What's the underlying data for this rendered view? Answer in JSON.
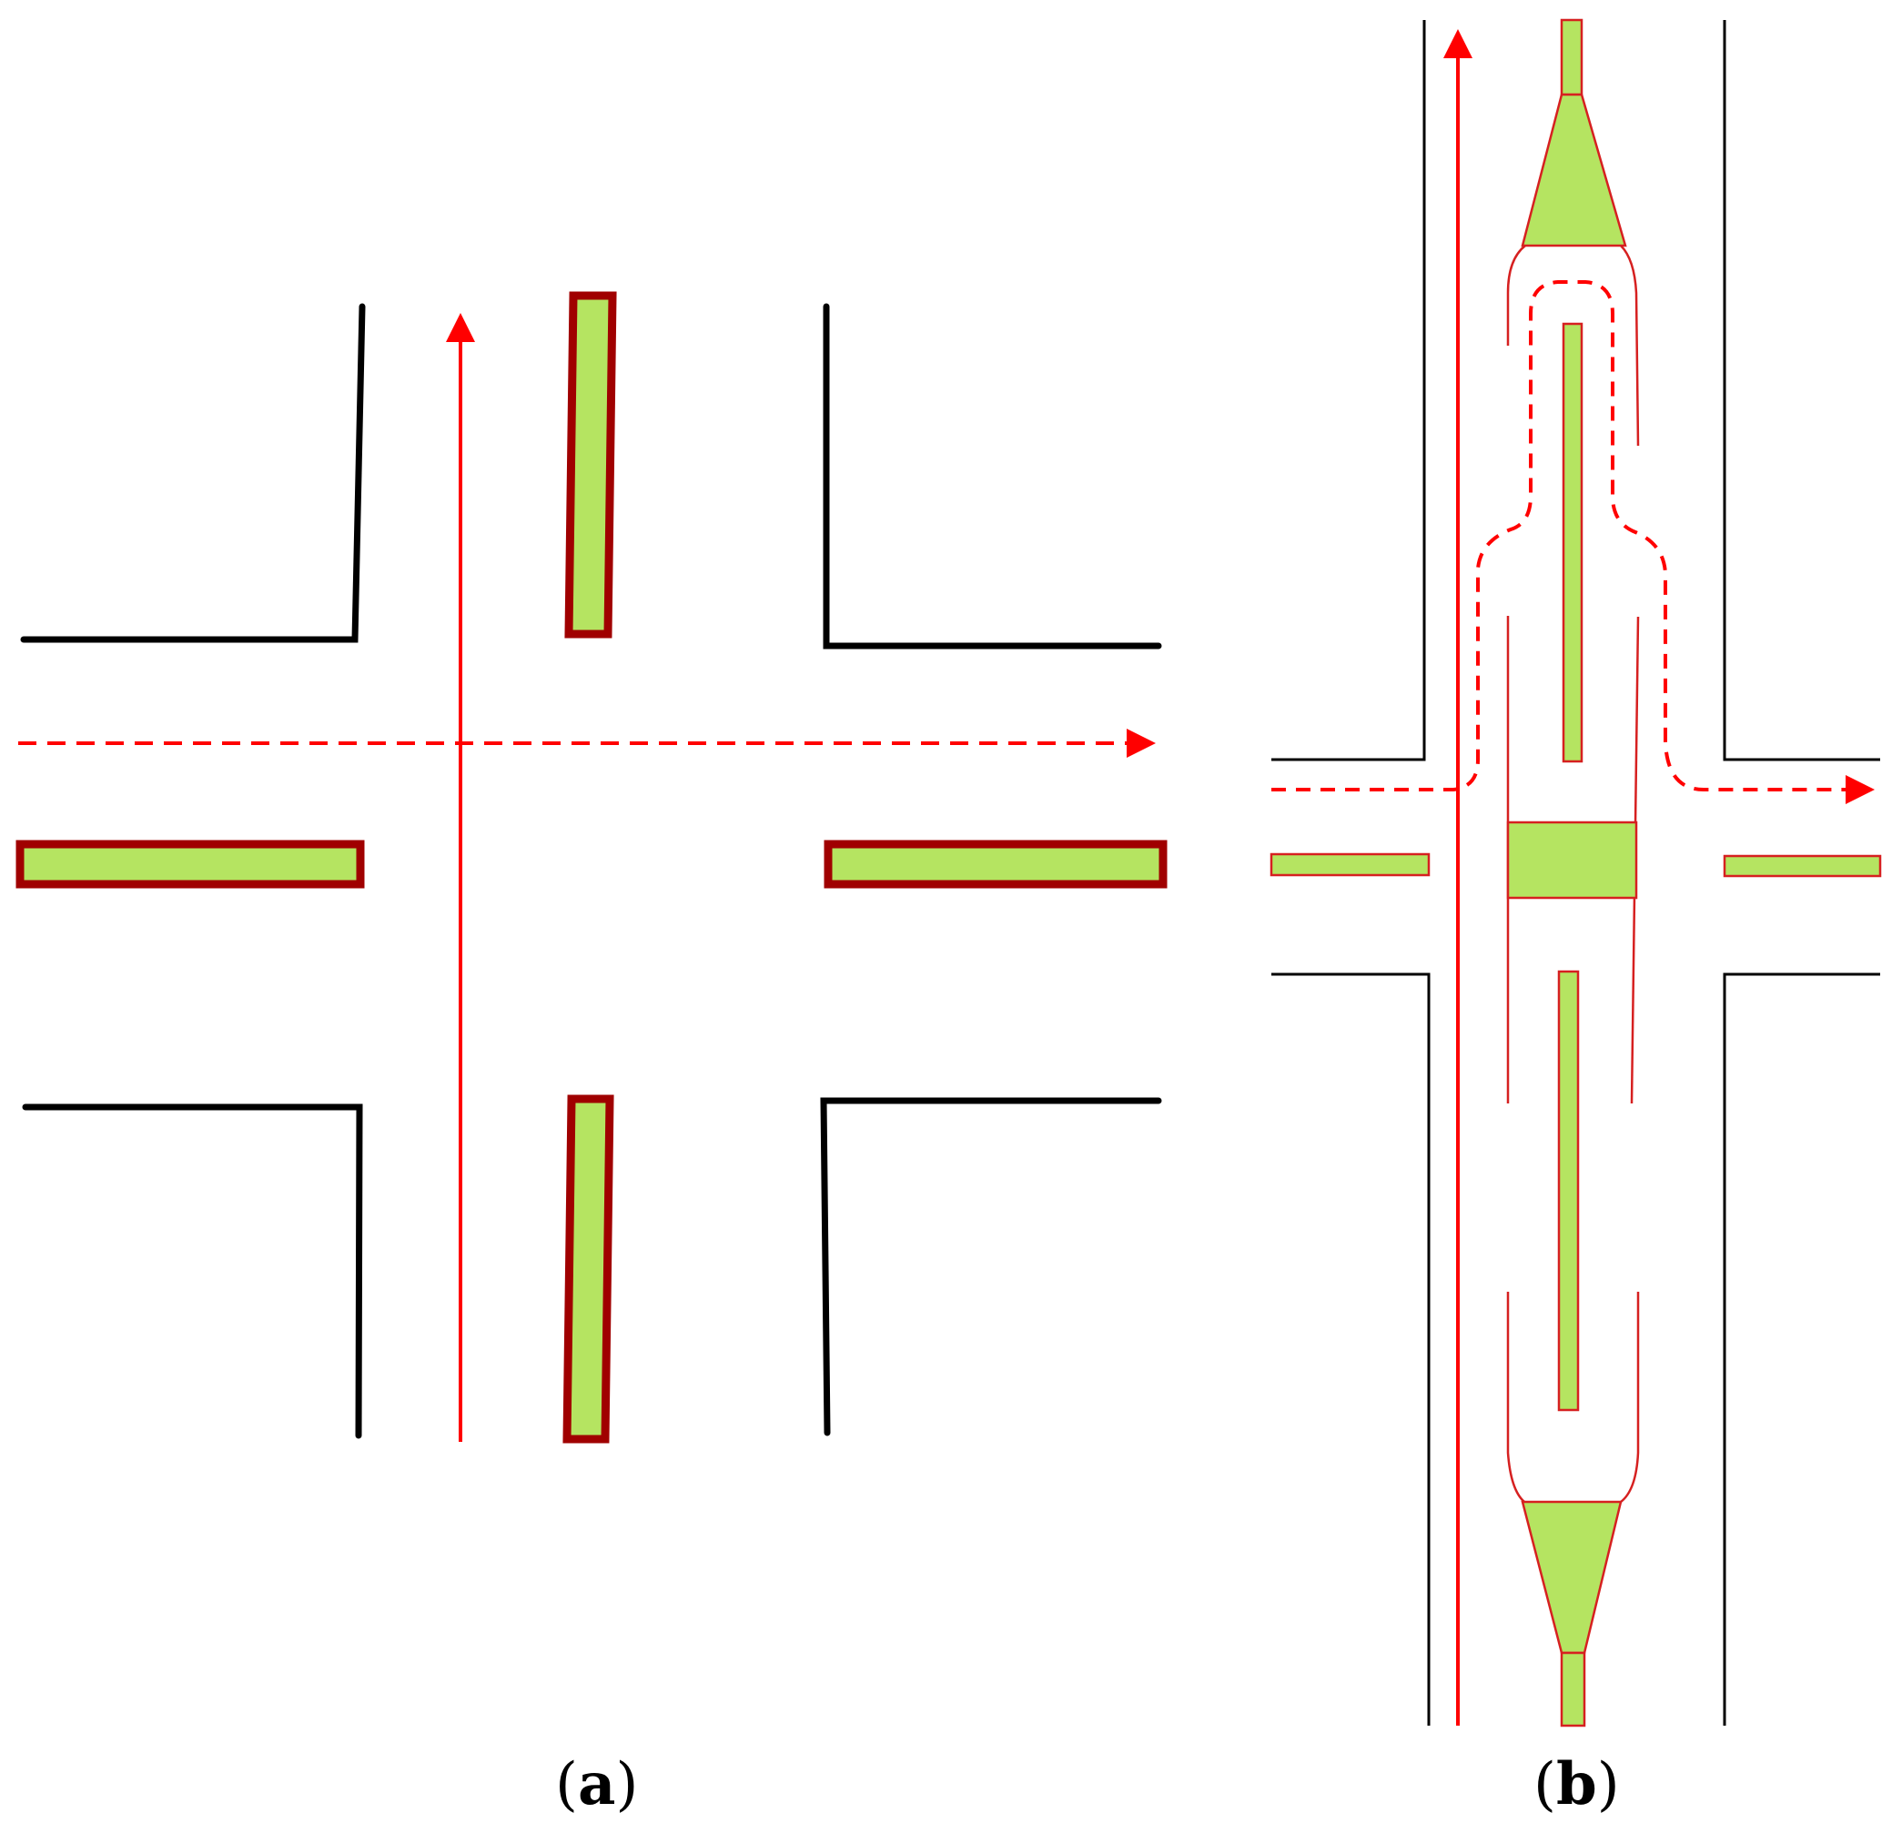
{
  "panels": [
    {
      "id": "a",
      "letter": "a",
      "open": "(",
      "close": ")"
    },
    {
      "id": "b",
      "letter": "b",
      "open": "(",
      "close": ")"
    }
  ],
  "colors": {
    "curb": "#000000",
    "median_fill": "#b5e461",
    "median_border_a": "#a00000",
    "median_border_b": "#d62020",
    "path_arrow": "#ff0000"
  }
}
